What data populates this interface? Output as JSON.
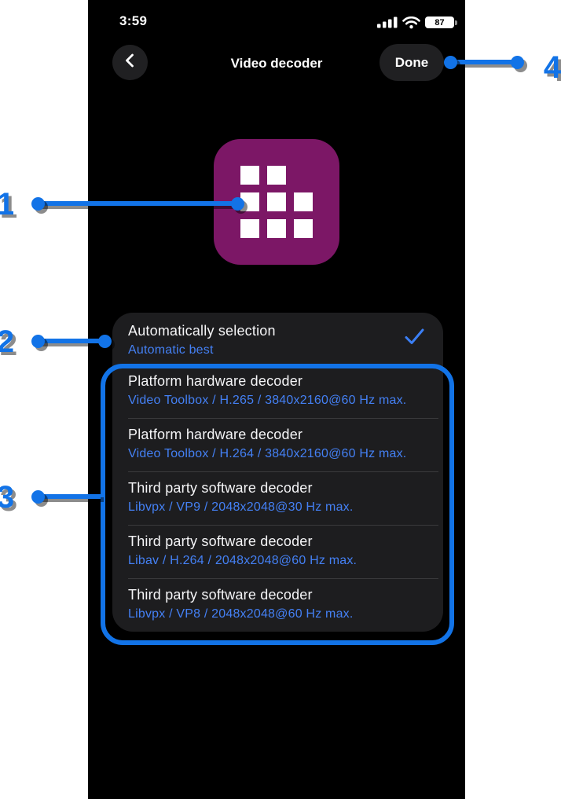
{
  "status_bar": {
    "time": "3:59",
    "battery_percent": "87"
  },
  "header": {
    "title": "Video decoder",
    "done_label": "Done"
  },
  "decoder_list": {
    "selected": {
      "title": "Automatically selection",
      "subtitle": "Automatic best"
    },
    "options": [
      {
        "title": "Platform hardware decoder",
        "subtitle": "Video Toolbox / H.265 / 3840x2160@60 Hz max."
      },
      {
        "title": "Platform hardware decoder",
        "subtitle": "Video Toolbox / H.264 / 3840x2160@60 Hz max."
      },
      {
        "title": "Third party software decoder",
        "subtitle": "Libvpx / VP9 / 2048x2048@30 Hz max."
      },
      {
        "title": "Third party software decoder",
        "subtitle": "Libav / H.264 / 2048x2048@60 Hz max."
      },
      {
        "title": "Third party software decoder",
        "subtitle": "Libvpx / VP8 / 2048x2048@60 Hz max."
      }
    ]
  },
  "annotations": {
    "marker_1": "1",
    "marker_2": "2",
    "marker_3": "3",
    "marker_4": "4"
  },
  "colors": {
    "annotation_blue": "#1273e7",
    "subtitle_blue": "#4480f4",
    "checkmark_blue": "#3b7ff5",
    "app_icon_purple": "#7c1766",
    "card_background": "#1d1d1f",
    "phone_background": "#000000"
  }
}
